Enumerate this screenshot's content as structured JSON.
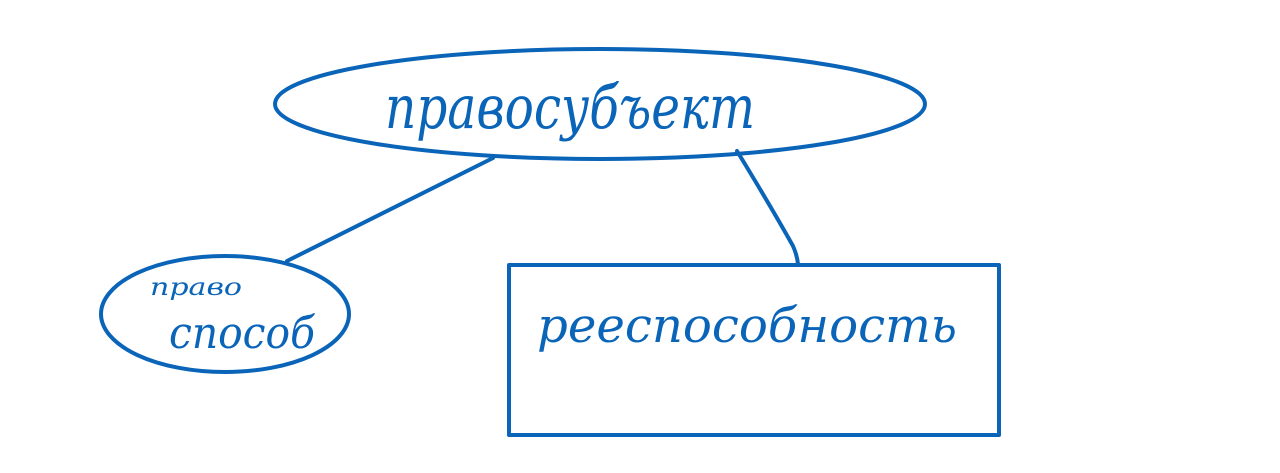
{
  "ink_color": "#0a64b8",
  "nodes": {
    "main": {
      "label": "правосубъект"
    },
    "left": {
      "label_top": "право",
      "label_bottom": "способ"
    },
    "right": {
      "label": "рееспособность"
    }
  }
}
